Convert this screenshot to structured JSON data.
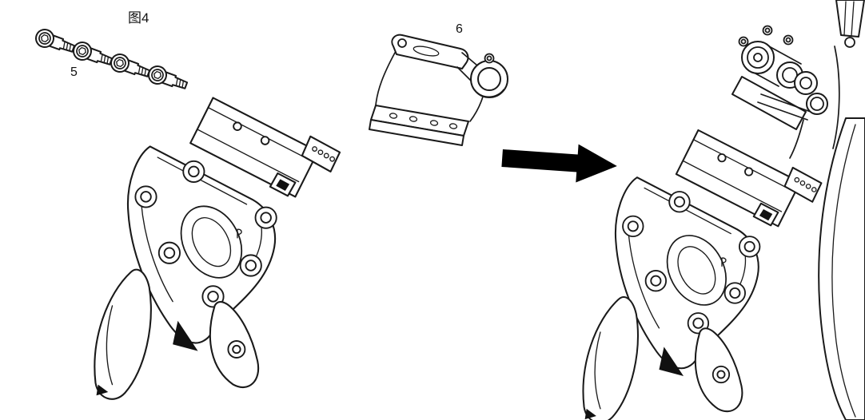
{
  "colors": {
    "line": "#1a1a1a",
    "fill": "#ffffff",
    "arrow": "#000000"
  },
  "figure": {
    "title": "图4",
    "labels": {
      "screws": "5",
      "bracket": "6"
    },
    "parts": [
      {
        "callout": "5",
        "name": "socket-head-screws",
        "count": 4
      },
      {
        "callout": "6",
        "name": "clamp-bracket"
      },
      {
        "name": "gripper-assembly-detached"
      },
      {
        "name": "gripper-assembly-installed-on-arm"
      }
    ]
  }
}
